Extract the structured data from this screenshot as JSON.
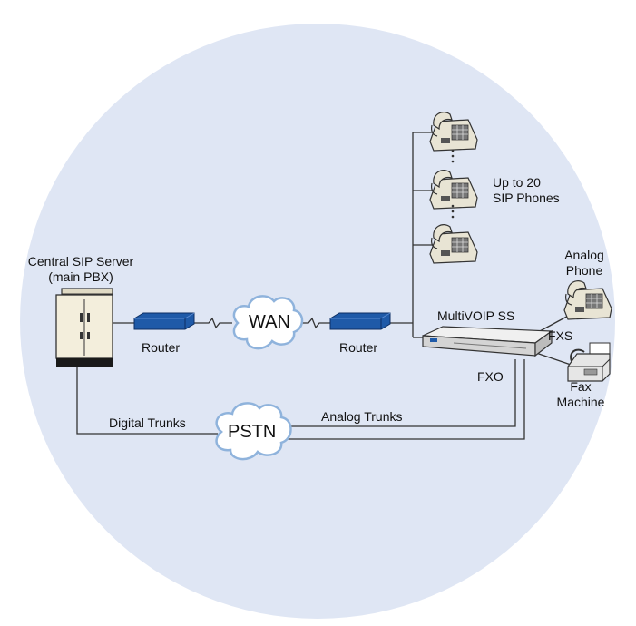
{
  "colors": {
    "background_circle": "#dfe6f4",
    "router_blue": "#1f5aa8",
    "server_body": "#f3eedc",
    "line": "#333333",
    "cloud_fill": "#ffffff",
    "cloud_stroke": "#8fb3dc"
  },
  "server": {
    "line1": "Central SIP Server",
    "line2": "(main PBX)",
    "icon": "server-cabinet-icon"
  },
  "routers": {
    "left_label": "Router",
    "right_label": "Router",
    "icon": "router-icon"
  },
  "clouds": {
    "wan": "WAN",
    "pstn": "PSTN",
    "icon": "cloud-icon"
  },
  "sip_phones": {
    "line1": "Up to 20",
    "line2": "SIP Phones",
    "icon": "ip-phone-icon"
  },
  "gateway": {
    "label": "MultiVOIP SS",
    "icon": "voip-gateway-icon"
  },
  "ports": {
    "fxs": "FXS",
    "fxo": "FXO"
  },
  "analog_phone": {
    "line1": "Analog",
    "line2": "Phone",
    "icon": "analog-phone-icon"
  },
  "fax": {
    "line1": "Fax",
    "line2": "Machine",
    "icon": "fax-machine-icon"
  },
  "trunks": {
    "digital": "Digital Trunks",
    "analog": "Analog Trunks"
  }
}
